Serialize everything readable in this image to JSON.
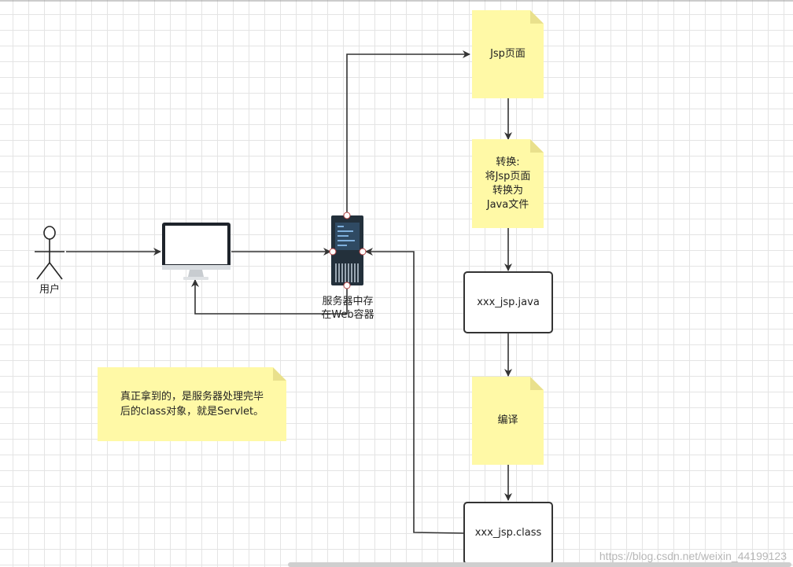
{
  "nodes": {
    "user": "用户",
    "server": "服务器中存在Web容器",
    "jsp_page": "Jsp页面",
    "convert": "转换:\n将Jsp页面\n转换为\nJava文件",
    "java_file": "xxx_jsp.java",
    "compile": "编译",
    "class_file": "xxx_jsp.class",
    "note": "真正拿到的，是服务器处理完毕\n后的class对象，就是Servlet。"
  },
  "watermark": "https://blog.csdn.net/weixin_44199123",
  "colors": {
    "note_fill": "#fff9a6",
    "stroke": "#333333",
    "server_dark": "#23303b",
    "server_accent": "#4a7fb0"
  },
  "icons": {
    "user": "stick-figure-icon",
    "client": "monitor-icon",
    "server": "server-rack-icon"
  }
}
